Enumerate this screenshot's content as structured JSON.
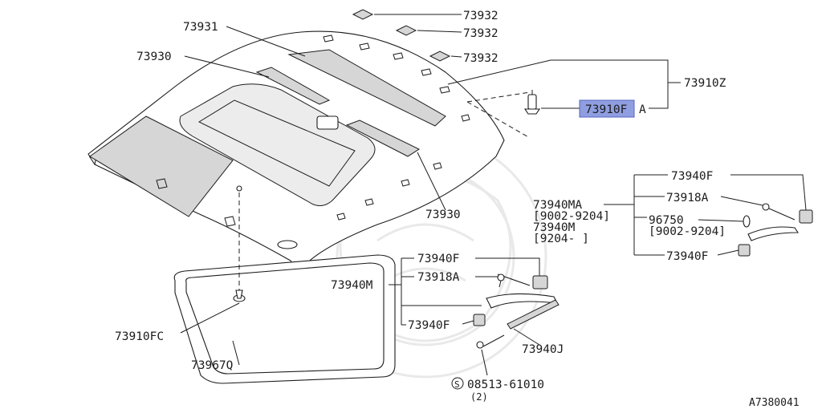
{
  "figure_code": "A7380041",
  "highlight_color": "#8f9ee0",
  "callouts": {
    "pad_1": "73932",
    "pad_2": "73932",
    "pad_3": "73932",
    "reinforcement_front": "73931",
    "reinforcement_rear": "73930",
    "reinforcement_lower": "73930",
    "headlining_assy": "73910Z",
    "assist_grip_clip": "73910F",
    "headlining_suffix": "A",
    "clip_fc": "73910FC",
    "sunroof_weatherstrip": "73967Q",
    "grip_set_a": {
      "cover_upper": "73940F",
      "code_ma": "73940MA",
      "range_1": "[9002-9204]",
      "code_m": "73940M",
      "range_2": "[9204-  ]",
      "screw": "73918A",
      "clip": "96750",
      "clip_range": "[9002-9204]",
      "cover_lower": "73940F"
    },
    "grip_set_b": {
      "cover_upper": "73940F",
      "code_m": "73940M",
      "screw": "73918A",
      "cover_lower": "73940F",
      "grip_bar": "73940J"
    },
    "screw_part": "08513-61010",
    "screw_symbol": "S",
    "screw_qty": "(2)"
  }
}
